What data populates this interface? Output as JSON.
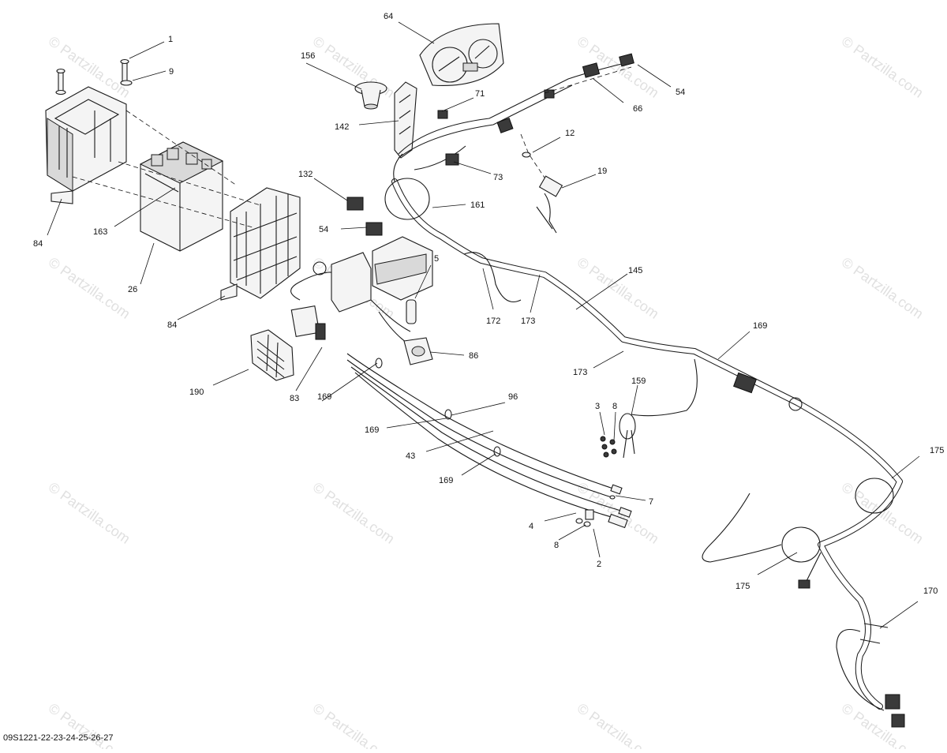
{
  "diagram": {
    "watermark": "© Partzilla.com",
    "footer_code": "09S1221-22-23-24-25-26-27",
    "callouts": [
      "1",
      "9",
      "84",
      "163",
      "26",
      "84",
      "156",
      "64",
      "142",
      "71",
      "73",
      "12",
      "19",
      "66",
      "54",
      "132",
      "54",
      "161",
      "5",
      "145",
      "172",
      "173",
      "173",
      "169",
      "190",
      "83",
      "86",
      "169",
      "96",
      "169",
      "43",
      "169",
      "159",
      "3",
      "8",
      "175",
      "175",
      "170",
      "7",
      "4",
      "8",
      "2"
    ]
  }
}
